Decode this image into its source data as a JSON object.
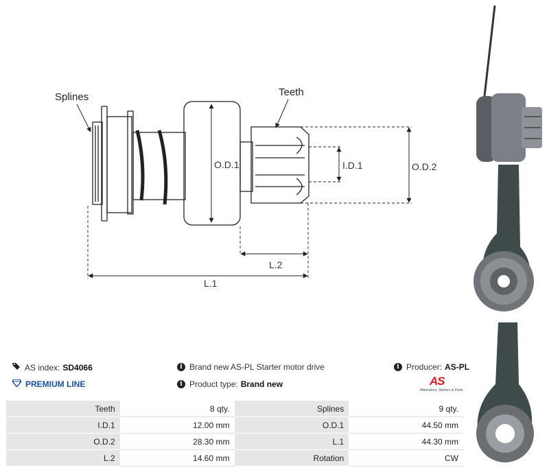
{
  "drawing": {
    "callouts": {
      "splines": "Splines",
      "teeth": "Teeth"
    },
    "dimensions": {
      "od1": "O.D.1",
      "id1": "I.D.1",
      "od2": "O.D.2",
      "l1": "L.1",
      "l2": "L.2"
    }
  },
  "info": {
    "as_index_label": "AS index:",
    "as_index_value": "SD4066",
    "premium_line": "PREMIUM LINE",
    "description": "Brand new AS-PL Starter motor drive",
    "product_type_label": "Product type:",
    "product_type_value": "Brand new",
    "producer_label": "Producer:",
    "producer_value": "AS-PL"
  },
  "logo": {
    "mark": "AS",
    "tagline": "Alternators, Starters & Parts"
  },
  "specs": [
    {
      "k1": "Teeth",
      "v1": "8 qty.",
      "k2": "Splines",
      "v2": "9 qty."
    },
    {
      "k1": "I.D.1",
      "v1": "12.00 mm",
      "k2": "O.D.1",
      "v2": "44.50 mm"
    },
    {
      "k1": "O.D.2",
      "v1": "28.30 mm",
      "k2": "L.1",
      "v2": "44.30 mm"
    },
    {
      "k1": "L.2",
      "v1": "14.60 mm",
      "k2": "Rotation",
      "v2": "CW"
    }
  ],
  "colors": {
    "premium": "#1d4e9a",
    "logo_red": "#d71920",
    "table_key_bg": "#e6e6e6"
  }
}
